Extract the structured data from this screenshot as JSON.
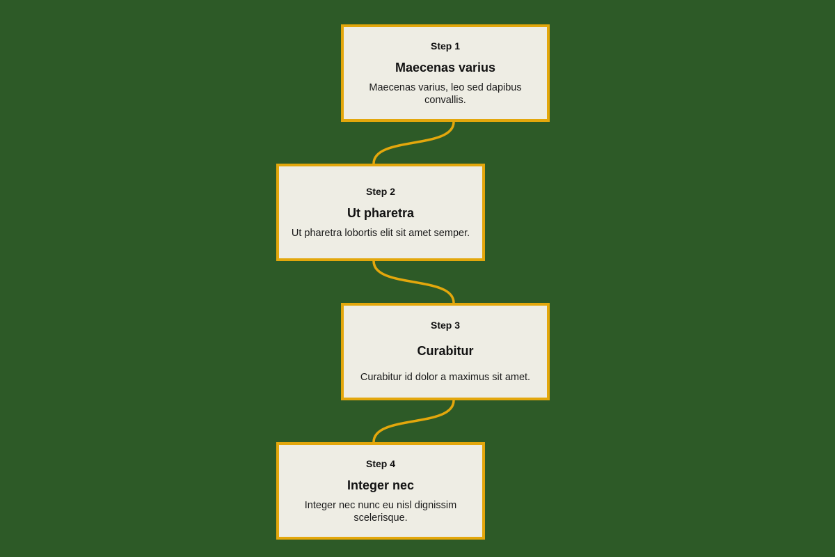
{
  "colors": {
    "background": "#2d5a27",
    "box_fill": "#eeede4",
    "box_border": "#e3a70c",
    "connector": "#e3a70c",
    "text": "#111111"
  },
  "steps": [
    {
      "label": "Step 1",
      "title": "Maecenas varius",
      "description": "Maecenas varius, leo sed dapibus convallis."
    },
    {
      "label": "Step 2",
      "title": "Ut pharetra",
      "description": "Ut pharetra lobortis elit sit amet semper."
    },
    {
      "label": "Step 3",
      "title": "Curabitur",
      "description": "Curabitur id dolor a maximus sit amet."
    },
    {
      "label": "Step 4",
      "title": "Integer nec",
      "description": "Integer nec nunc eu nisl dignissim scelerisque."
    }
  ],
  "connections": [
    {
      "from": 0,
      "to": 1
    },
    {
      "from": 1,
      "to": 2
    },
    {
      "from": 2,
      "to": 3
    }
  ]
}
